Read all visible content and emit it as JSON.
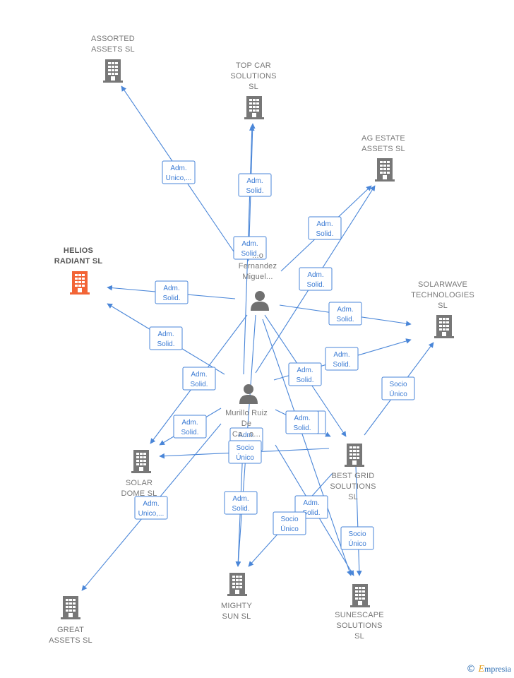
{
  "companies": {
    "assorted": {
      "lines": [
        "ASSORTED",
        "ASSETS  SL"
      ],
      "color": "#777777"
    },
    "topcar": {
      "lines": [
        "TOP CAR",
        "SOLUTIONS",
        "SL"
      ],
      "color": "#777777"
    },
    "agestate": {
      "lines": [
        "AG ESTATE",
        "ASSETS  SL"
      ],
      "color": "#777777"
    },
    "helios": {
      "lines": [
        "HELIOS",
        "RADIANT  SL"
      ],
      "color": "#f26436",
      "main": true
    },
    "solarwave": {
      "lines": [
        "SOLARWAVE",
        "TECHNOLOGIES",
        "SL"
      ],
      "color": "#777777"
    },
    "solardome": {
      "lines": [
        "SOLAR",
        "DOME  SL"
      ],
      "color": "#777777"
    },
    "bestgrid": {
      "lines": [
        "BEST GRID",
        "SOLUTIONS",
        "SL"
      ],
      "color": "#777777"
    },
    "great": {
      "lines": [
        "GREAT",
        "ASSETS  SL"
      ],
      "color": "#777777"
    },
    "mighty": {
      "lines": [
        "MIGHTY",
        "SUN  SL"
      ],
      "color": "#777777"
    },
    "sunescape": {
      "lines": [
        "SUNESCAPE",
        "SOLUTIONS",
        "SL"
      ],
      "color": "#777777"
    }
  },
  "persons": {
    "fernandez": {
      "lines": [
        "...o",
        "Fernandez",
        "Miguel..."
      ]
    },
    "murillo": {
      "lines": [
        "Murillo Ruiz",
        "De",
        "Ca...o..."
      ]
    }
  },
  "edges": [
    {
      "from": "fernandez",
      "to": "assorted",
      "label": [
        "Adm.",
        "Unico,..."
      ]
    },
    {
      "from": "fernandez",
      "to": "topcar",
      "label": [
        "Adm.",
        "Solid."
      ]
    },
    {
      "from": "fernandez",
      "to": "agestate",
      "label": [
        "Adm.",
        "Solid."
      ]
    },
    {
      "from": "fernandez",
      "to": "helios",
      "label": [
        "Adm.",
        "Solid."
      ]
    },
    {
      "from": "fernandez",
      "to": "solarwave",
      "label": [
        "Adm.",
        "Solid."
      ]
    },
    {
      "from": "fernandez",
      "to": "bestgrid",
      "label": [
        "Adm.",
        "Solid."
      ]
    },
    {
      "from": "fernandez",
      "to": "solardome",
      "label": [
        "Adm.",
        "Solid."
      ]
    },
    {
      "from": "fernandez",
      "to": "mighty",
      "label": [
        "Adm.",
        "Solid."
      ]
    },
    {
      "from": "fernandez",
      "to": "sunescape",
      "label": [
        "Adm.",
        "Solid."
      ]
    },
    {
      "from": "murillo",
      "to": "topcar",
      "label": [
        "Adm.",
        "Solid."
      ]
    },
    {
      "from": "murillo",
      "to": "agestate",
      "label": [
        "Adm.",
        "Solid."
      ]
    },
    {
      "from": "murillo",
      "to": "helios",
      "label": [
        "Adm.",
        "Solid."
      ]
    },
    {
      "from": "murillo",
      "to": "solarwave",
      "label": [
        "Adm.",
        "Solid."
      ]
    },
    {
      "from": "murillo",
      "to": "solardome",
      "label": [
        "Adm.",
        "Solid."
      ]
    },
    {
      "from": "murillo",
      "to": "bestgrid",
      "label": [
        "Adm.",
        "Solid."
      ]
    },
    {
      "from": "murillo",
      "to": "great",
      "label": [
        "Adm.",
        "Unico,..."
      ]
    },
    {
      "from": "murillo",
      "to": "mighty",
      "label": [
        "Adm.",
        "Solid."
      ]
    },
    {
      "from": "murillo",
      "to": "sunescape",
      "label": [
        "Adm.",
        "Solid."
      ]
    },
    {
      "from": "bestgrid",
      "to": "solarwave",
      "label": [
        "Socio",
        "Único"
      ]
    },
    {
      "from": "bestgrid",
      "to": "sunescape",
      "label": [
        "Socio",
        "Único"
      ]
    },
    {
      "from": "bestgrid",
      "to": "mighty",
      "label": [
        "Socio",
        "Único"
      ]
    },
    {
      "from": "bestgrid",
      "to": "solardome",
      "label": [
        "Socio",
        "Único"
      ]
    }
  ],
  "footer": {
    "copyright": "©",
    "brand_first": "E",
    "brand_rest": "mpresia"
  }
}
